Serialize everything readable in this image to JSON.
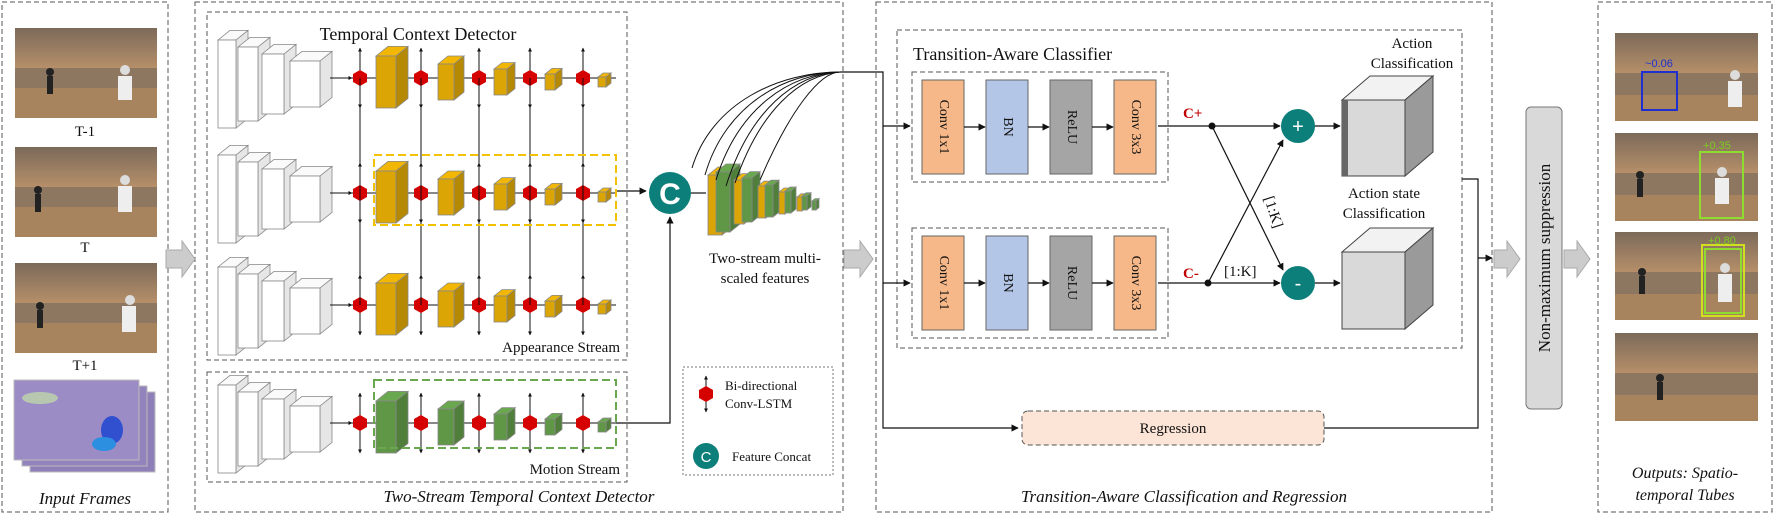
{
  "input": {
    "frame_labels": [
      "T-1",
      "T",
      "T+1"
    ],
    "caption": "Input Frames"
  },
  "detector": {
    "title": "Temporal Context Detector",
    "appearance_label": "Appearance Stream",
    "motion_label": "Motion Stream",
    "caption": "Two-Stream Temporal Context Detector",
    "concat_letter": "C",
    "features_label": [
      "Two-stream multi-",
      "scaled features"
    ]
  },
  "legend": {
    "lstm_label": [
      "Bi-directional",
      "Conv-LSTM"
    ],
    "concat_letter": "C",
    "concat_label": "Feature Concat"
  },
  "classifier": {
    "title": "Transition-Aware Classifier",
    "layers": [
      "Conv 1x1",
      "BN",
      "ReLU",
      "Conv 3x3"
    ],
    "c_plus": "C+",
    "c_minus": "C-",
    "range_label": "[1:K]",
    "plus_symbol": "+",
    "minus_symbol": "-",
    "action_cls": [
      "Action",
      "Classification"
    ],
    "state_cls": [
      "Action state",
      "Classification"
    ],
    "regression": "Regression",
    "caption": "Transition-Aware Classification and  Regression"
  },
  "nms": {
    "label": "Non-maximum suppression"
  },
  "outputs": {
    "caption": [
      "Outputs:  Spatio-",
      "temporal Tubes"
    ],
    "scores": [
      "~0.06",
      "+0.35",
      "+0.80"
    ]
  },
  "colors": {
    "appearance": "#f2b705",
    "motion": "#6aa84f",
    "teal": "#0d7f7a",
    "lstm": "#d50000",
    "conv": "#f6b889",
    "bn": "#b4c6e7",
    "relu": "#a5a5a5",
    "regression": "#fce4d6"
  }
}
